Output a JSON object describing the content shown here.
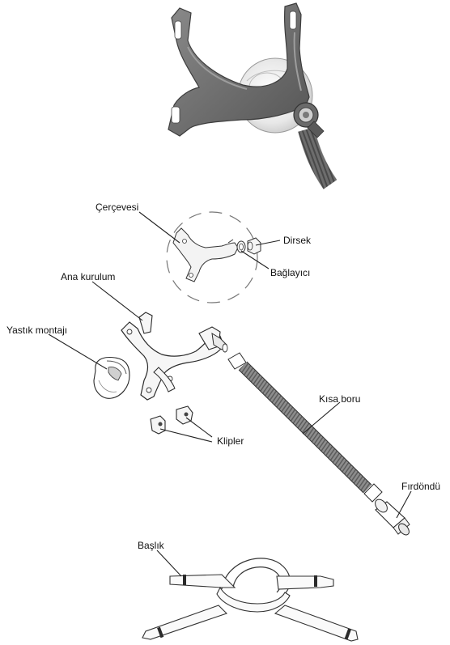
{
  "labels": {
    "frame": "Çerçevesi",
    "elbow": "Dirsek",
    "connector": "Bağlayıcı",
    "main_assembly": "Ana kurulum",
    "cushion_assembly": "Yastık montajı",
    "short_tube": "Kısa boru",
    "clips": "Klipler",
    "swivel": "Fırdöndü",
    "headgear": "Başlık"
  },
  "colors": {
    "frame_gray": "#6b6b6b",
    "frame_dark": "#4a4a4a",
    "tube_gray": "#7a7a7a",
    "line": "#222222"
  }
}
